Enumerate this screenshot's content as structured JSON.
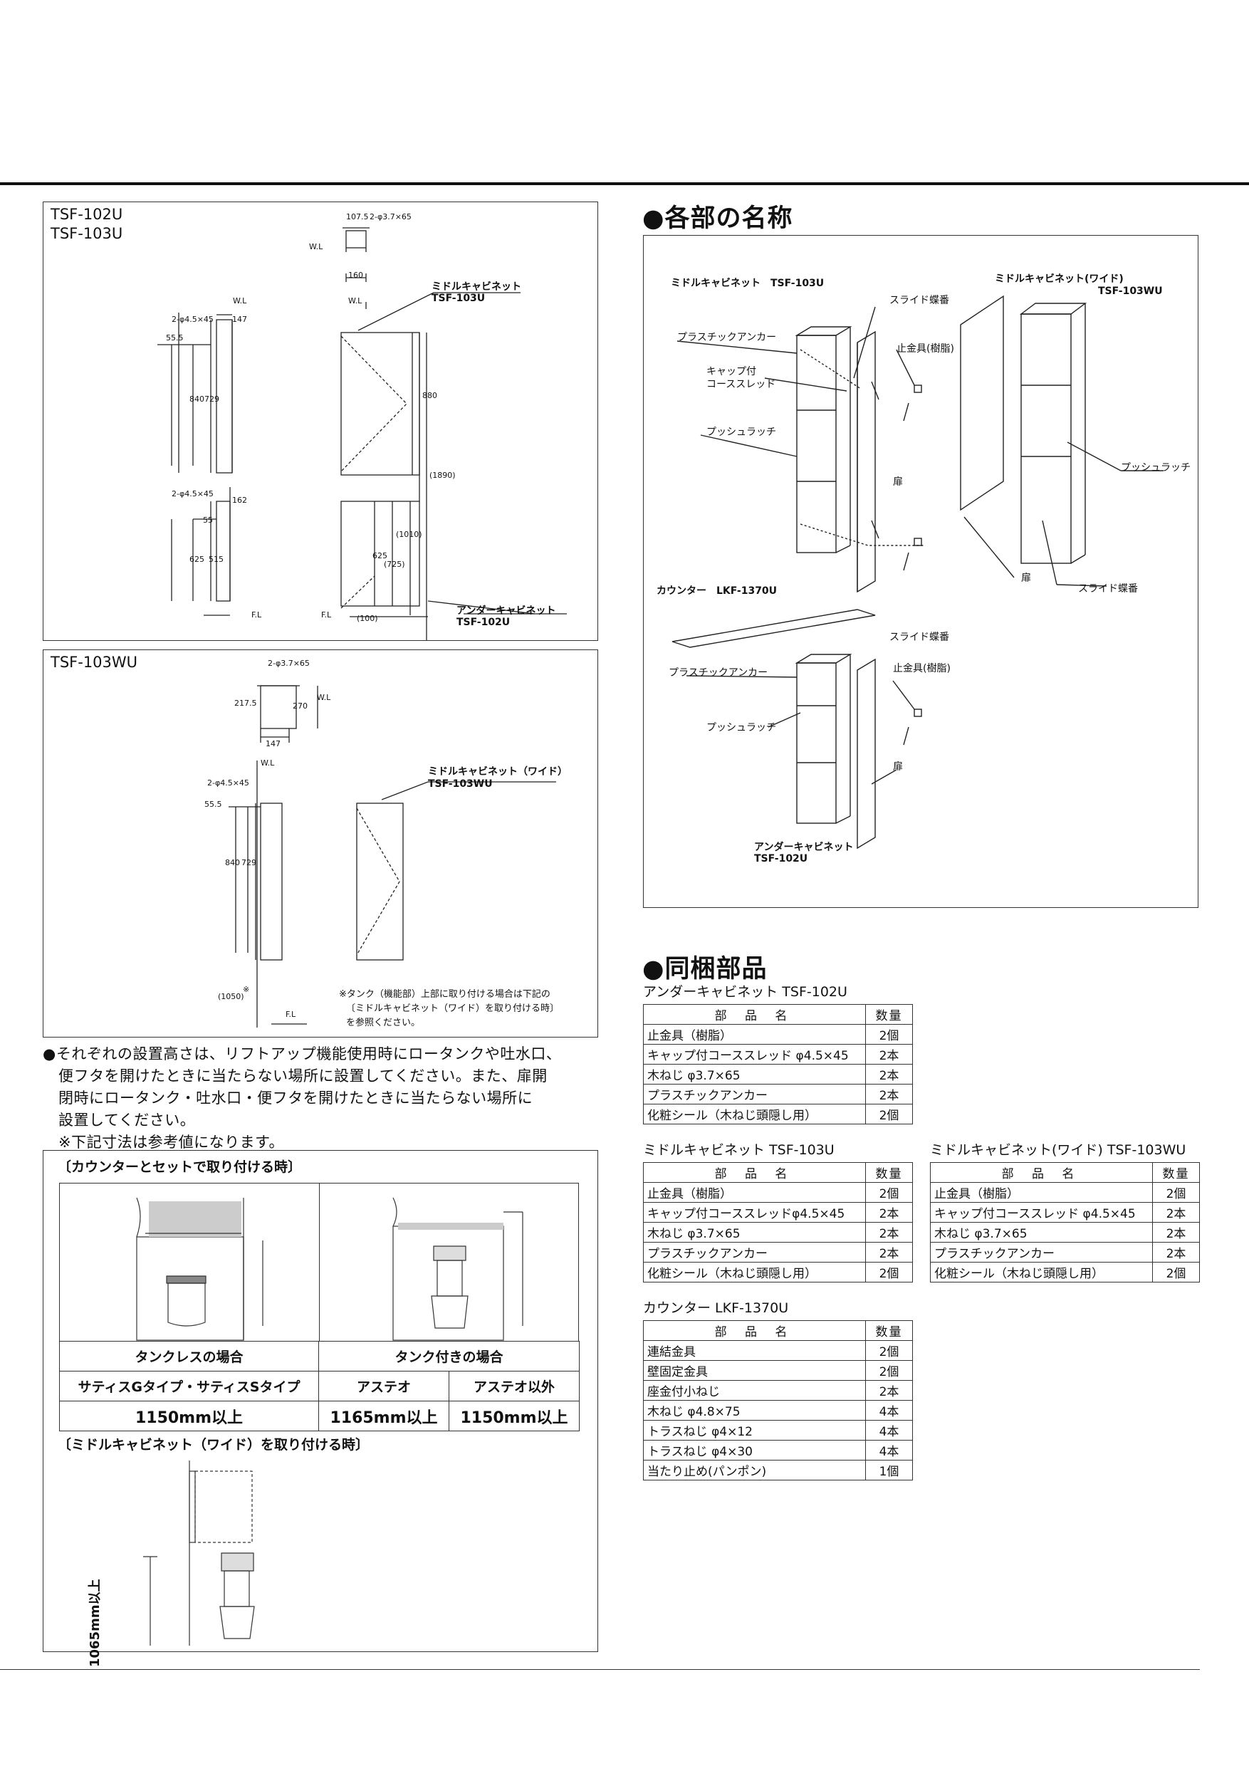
{
  "left_top": {
    "models": [
      "TSF-102U",
      "TSF-103U"
    ],
    "dims": {
      "top_hole": "2-φ3.7×65",
      "top_w": "107.5",
      "top_160": "160",
      "wl": "W.L",
      "fl": "F.L",
      "mid_hole": "2-φ4.5×45",
      "mid_147": "147",
      "mid_555": "55.5",
      "mid_840": "840",
      "mid_729": "729",
      "mid_880": "880",
      "mid_1890": "(1890)",
      "low_hole": "2-φ4.5×45",
      "low_162": "162",
      "low_55": "55",
      "low_625": "625",
      "low_515": "515",
      "low_625b": "625",
      "low_1010": "(1010)",
      "low_725": "(725)",
      "low_100": "(100)"
    },
    "label_middle": [
      "ミドルキャビネット",
      "TSF-103U"
    ],
    "label_under": [
      "アンダーキャビネット",
      "TSF-102U"
    ]
  },
  "left_bottom": {
    "model": "TSF-103WU",
    "dims": {
      "top_hole": "2-φ3.7×65",
      "d2175": "217.5",
      "d270": "270",
      "d147": "147",
      "wl": "W.L",
      "fl": "F.L",
      "hole2": "2-φ4.5×45",
      "d555": "55.5",
      "d840": "840",
      "d729": "729",
      "d1050": "(1050)",
      "star": "※"
    },
    "label_wide": [
      "ミドルキャビネット（ワイド）",
      "TSF-103WU"
    ],
    "footnote": [
      "※タンク（機能部）上部に取り付ける場合は下記の",
      "〔ミドルキャビネット（ワイド）を取り付ける時〕",
      "を参照ください。"
    ]
  },
  "note_lines": [
    "●それぞれの設置高さは、リフトアップ機能使用時にロータンクや吐水口、",
    "便フタを開けたときに当たらない場所に設置してください。また、扉開",
    "閉時にロータンク・吐水口・便フタを開けたときに当たらない場所に",
    "設置してください。",
    "※下記寸法は参考値になります。"
  ],
  "install": {
    "title1": "〔カウンターとセットで取り付ける時〕",
    "case_tankless": "タンクレスの場合",
    "case_tank": "タンク付きの場合",
    "type_satis": "サティスGタイプ・サティスSタイプ",
    "type_astep": "アステオ",
    "type_other": "アステオ以外",
    "h_satis": "1150mm以上",
    "h_astep": "1165mm以上",
    "h_other": "1150mm以上",
    "title2": "〔ミドルキャビネット（ワイド）を取り付ける時〕",
    "h_wide": "1065mm以上"
  },
  "names": {
    "title": "●各部の名称",
    "mid_cab": "ミドルキャビネット　TSF-103U",
    "wide_cab": [
      "ミドルキャビネット(ワイド)",
      "TSF-103WU"
    ],
    "slide_hinge": "スライド蝶番",
    "plastic_anchor": "プラスチックアンカー",
    "stopper": "止金具(樹脂)",
    "cap_screw": [
      "キャップ付",
      "コーススレッド"
    ],
    "push_latch": "プッシュラッチ",
    "door": "扉",
    "counter": "カウンター　LKF-1370U",
    "under_cab": [
      "アンダーキャビネット",
      "TSF-102U"
    ]
  },
  "parts": {
    "title": "●同梱部品",
    "hdr_name": "部 品 名",
    "hdr_qty": "数量",
    "t1_title": "アンダーキャビネット TSF-102U",
    "t1": [
      [
        "止金具（樹脂）",
        "2個"
      ],
      [
        "キャップ付コーススレッド φ4.5×45",
        "2本"
      ],
      [
        "木ねじ φ3.7×65",
        "2本"
      ],
      [
        "プラスチックアンカー",
        "2本"
      ],
      [
        "化粧シール（木ねじ頭隠し用）",
        "2個"
      ]
    ],
    "t2_title": "ミドルキャビネット TSF-103U",
    "t2": [
      [
        "止金具（樹脂）",
        "2個"
      ],
      [
        "キャップ付コーススレッドφ4.5×45",
        "2本"
      ],
      [
        "木ねじ φ3.7×65",
        "2本"
      ],
      [
        "プラスチックアンカー",
        "2本"
      ],
      [
        "化粧シール（木ねじ頭隠し用）",
        "2個"
      ]
    ],
    "t3_title": "ミドルキャビネット(ワイド) TSF-103WU",
    "t3": [
      [
        "止金具（樹脂）",
        "2個"
      ],
      [
        "キャップ付コーススレッド φ4.5×45",
        "2本"
      ],
      [
        "木ねじ φ3.7×65",
        "2本"
      ],
      [
        "プラスチックアンカー",
        "2本"
      ],
      [
        "化粧シール（木ねじ頭隠し用）",
        "2個"
      ]
    ],
    "t4_title": "カウンター LKF-1370U",
    "t4": [
      [
        "連結金具",
        "2個"
      ],
      [
        "壁固定金具",
        "2個"
      ],
      [
        "座金付小ねじ",
        "2本"
      ],
      [
        "木ねじ φ4.8×75",
        "4本"
      ],
      [
        "トラスねじ φ4×12",
        "4本"
      ],
      [
        "トラスねじ φ4×30",
        "4本"
      ],
      [
        "当たり止め(パンポン)",
        "1個"
      ]
    ]
  }
}
